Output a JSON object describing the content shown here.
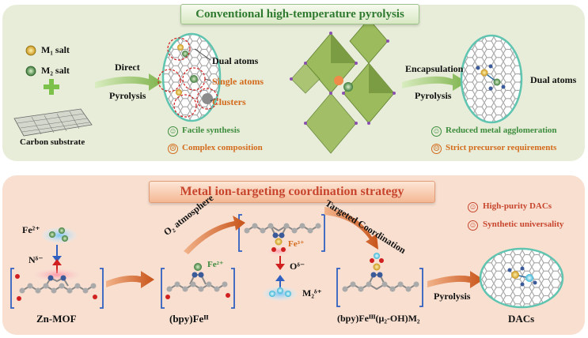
{
  "top": {
    "banner": "Conventional high-temperature pyrolysis",
    "m1_salt": "M₁ salt",
    "m2_salt": "M₂ salt",
    "carbon_substrate": "Carbon substrate",
    "direct": "Direct",
    "pyrolysis": "Pyrolysis",
    "dual_atoms": "Dual atoms",
    "single_atoms": "Single atoms",
    "clusters": "Clusters",
    "facile_synthesis": "Facile synthesis",
    "complex_composition": "Complex  composition",
    "encapsulation": "Encapsulation",
    "pyrolysis2": "Pyrolysis",
    "dual_atoms2": "Dual atoms",
    "reduced_agglomeration": "Reduced metal agglomeration",
    "strict_requirements": "Strict precursor requirements"
  },
  "bottom": {
    "banner": "Metal ion-targeting coordination strategy",
    "fe2": "Fe²⁺",
    "n_delta": "Nᵟ⁻",
    "zn_mof": "Zn-MOF",
    "o2_atmosphere": "O₂ atmosphere",
    "bpy_fe2_label": "Fe²⁺",
    "bpy_feii": "(bpy)Feᴵᴵ",
    "fe3_label": "Fe³⁺",
    "o_delta": "Oᵟ⁻",
    "m2_delta": "M₂ᵟ⁺",
    "targeted_coordination": "Targeted Coordination",
    "bpy_feiii": "(bpy)Feᴵᴵᴵ(μ₂-OH)M₂",
    "pyrolysis": "Pyrolysis",
    "dacs": "DACs",
    "high_purity": "High-purity DACs",
    "universality": "Synthetic universality"
  },
  "colors": {
    "top_panel": "#e7edd8",
    "bottom_panel": "#f8dfd0",
    "green_text": "#3d8c3d",
    "orange_text": "#d46a1c",
    "red_text": "#c8452d",
    "arrow_green": "#9cc36a",
    "arrow_orange": "#d8702a",
    "teal_outline": "#5fc4b0",
    "octahedron_green": "#8aaa4c",
    "fe_yellow": "#e8b430",
    "m2_cyan": "#5ecfe8"
  },
  "icons": [
    "plus-icon",
    "happy-face-icon",
    "sad-face-icon",
    "octahedron-framework",
    "graphene-lattice",
    "arrow-icon"
  ]
}
